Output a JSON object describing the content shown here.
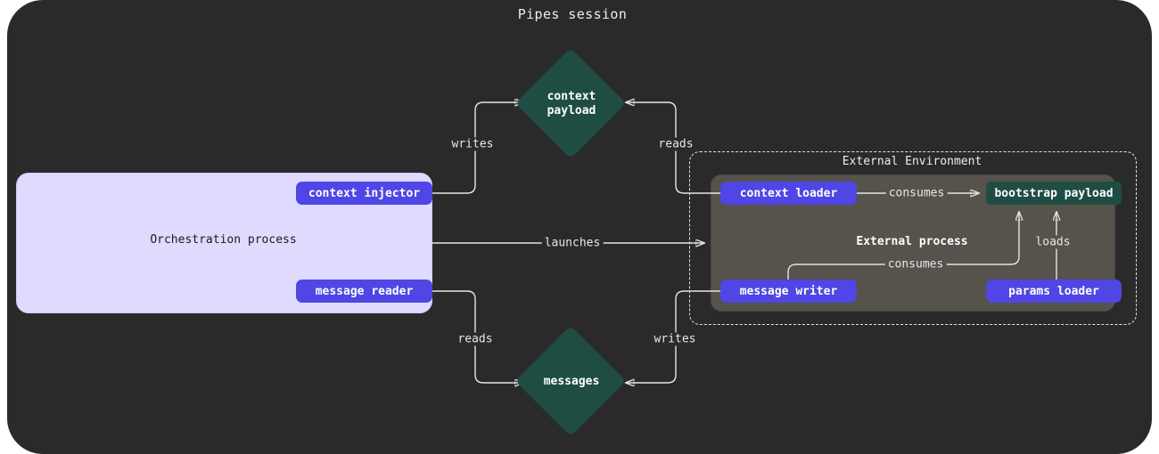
{
  "diagram": {
    "title": "Pipes session",
    "background_color": "#2b2a2a",
    "page_background": "#ffffff"
  },
  "clusters": {
    "orchestration": {
      "label": "Orchestration process",
      "fill": "#dedbff",
      "text_color": "#1b1b1b",
      "style": "solid-rounded"
    },
    "external_environment": {
      "label": "External Environment",
      "fill": "transparent",
      "border": "#e3e1e1",
      "style": "dashed-rounded"
    },
    "external_process": {
      "label": "External process",
      "fill": "#56524c",
      "text_color": "#ffffff",
      "style": "solid-rounded"
    }
  },
  "nodes": {
    "context_injector": {
      "label": "context injector",
      "shape": "pill",
      "color": "#4f46e5"
    },
    "message_reader": {
      "label": "message reader",
      "shape": "pill",
      "color": "#4f46e5"
    },
    "context_loader": {
      "label": "context loader",
      "shape": "pill",
      "color": "#4f46e5"
    },
    "message_writer": {
      "label": "message writer",
      "shape": "pill",
      "color": "#4f46e5"
    },
    "params_loader": {
      "label": "params loader",
      "shape": "pill",
      "color": "#4f46e5"
    },
    "bootstrap_payload": {
      "label": "bootstrap payload",
      "shape": "rect",
      "color": "#1f4d43"
    },
    "context_payload": {
      "label_line1": "context",
      "label_line2": "payload",
      "shape": "diamond",
      "color": "#1f4d43"
    },
    "messages": {
      "label_line1": "messages",
      "label_line2": "",
      "shape": "diamond",
      "color": "#1f4d43"
    }
  },
  "edges": [
    {
      "id": "writes_context",
      "from": "context_injector",
      "to": "context_payload",
      "label": "writes"
    },
    {
      "id": "reads_context",
      "from": "context_payload",
      "to": "context_loader",
      "label": "reads"
    },
    {
      "id": "launches",
      "from": "orchestration",
      "to": "external_process",
      "label": "launches"
    },
    {
      "id": "reads_messages",
      "from": "message_reader",
      "to": "messages",
      "label": "reads"
    },
    {
      "id": "writes_messages",
      "from": "message_writer",
      "to": "messages",
      "label": "writes"
    },
    {
      "id": "consumes_top",
      "from": "context_loader",
      "to": "bootstrap_payload",
      "label": "consumes"
    },
    {
      "id": "consumes_bottom",
      "from": "message_writer",
      "to": "bootstrap_payload",
      "label": "consumes"
    },
    {
      "id": "loads",
      "from": "params_loader",
      "to": "bootstrap_payload",
      "label": "loads"
    }
  ]
}
